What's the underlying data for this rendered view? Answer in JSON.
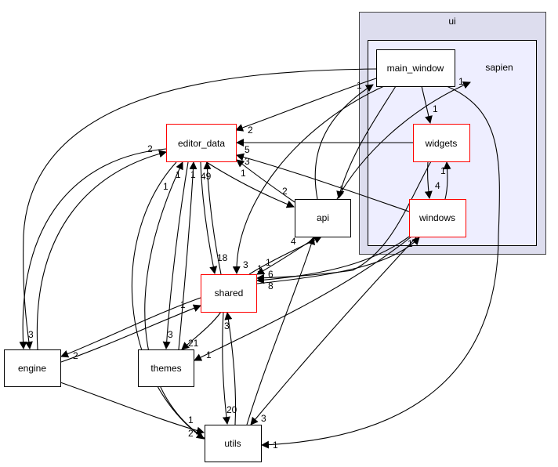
{
  "clusters": {
    "ui": {
      "label": "ui",
      "fill": "#ddddee",
      "stroke": "#444444"
    },
    "sapien": {
      "label": "sapien",
      "fill": "#eeeeff",
      "stroke": "#000000"
    }
  },
  "nodes": {
    "main_window": {
      "label": "main_window",
      "border": "#000000"
    },
    "widgets": {
      "label": "widgets",
      "border": "#ff0000"
    },
    "windows": {
      "label": "windows",
      "border": "#ff0000"
    },
    "editor_data": {
      "label": "editor_data",
      "border": "#ff0000"
    },
    "api": {
      "label": "api",
      "border": "#000000"
    },
    "shared": {
      "label": "shared",
      "border": "#ff0000"
    },
    "engine": {
      "label": "engine",
      "border": "#000000"
    },
    "themes": {
      "label": "themes",
      "border": "#000000"
    },
    "utils": {
      "label": "utils",
      "border": "#000000"
    }
  },
  "edges": [
    {
      "from": "main_window",
      "to": "editor_data",
      "label": "2"
    },
    {
      "from": "widgets",
      "to": "editor_data",
      "label": "5"
    },
    {
      "from": "windows",
      "to": "editor_data",
      "label": "3"
    },
    {
      "from": "editor_data",
      "to": "api",
      "label": "2"
    },
    {
      "from": "api",
      "to": "editor_data",
      "label": "1"
    },
    {
      "from": "api",
      "to": "main_window",
      "label": "1"
    },
    {
      "from": "api",
      "to": "sapien",
      "label": "1"
    },
    {
      "from": "main_window",
      "to": "widgets",
      "label": "1"
    },
    {
      "from": "widgets",
      "to": "windows",
      "label": "4"
    },
    {
      "from": "windows",
      "to": "widgets",
      "label": "1"
    },
    {
      "from": "main_window",
      "to": "utils",
      "label": "1"
    },
    {
      "from": "main_window",
      "to": "api",
      "label": "1"
    },
    {
      "from": "main_window",
      "to": "shared",
      "label": "3"
    },
    {
      "from": "shared",
      "to": "api",
      "label": "4"
    },
    {
      "from": "api",
      "to": "shared",
      "label": "1"
    },
    {
      "from": "widgets",
      "to": "shared",
      "label": "6"
    },
    {
      "from": "windows",
      "to": "shared",
      "label": "8"
    },
    {
      "from": "shared",
      "to": "windows",
      "label": "1"
    },
    {
      "from": "windows",
      "to": "themes",
      "label": "1"
    },
    {
      "from": "windows",
      "to": "utils",
      "label": "3"
    },
    {
      "from": "shared",
      "to": "editor_data",
      "label": "49"
    },
    {
      "from": "editor_data",
      "to": "shared",
      "label": "18"
    },
    {
      "from": "shared",
      "to": "engine",
      "label": "2"
    },
    {
      "from": "engine",
      "to": "shared",
      "label": "1"
    },
    {
      "from": "shared",
      "to": "themes",
      "label": "21"
    },
    {
      "from": "themes",
      "to": "editor_data",
      "label": "1"
    },
    {
      "from": "editor_data",
      "to": "themes",
      "label": "3"
    },
    {
      "from": "engine",
      "to": "editor_data",
      "label": "2"
    },
    {
      "from": "editor_data",
      "to": "engine",
      "label": "1"
    },
    {
      "from": "main_window",
      "to": "engine",
      "label": "3"
    },
    {
      "from": "engine",
      "to": "utils",
      "label": "1"
    },
    {
      "from": "editor_data",
      "to": "utils",
      "label": "2"
    },
    {
      "from": "shared",
      "to": "utils",
      "label": "20"
    },
    {
      "from": "utils",
      "to": "shared",
      "label": "3"
    },
    {
      "from": "utils",
      "to": "api",
      "label": "1"
    },
    {
      "from": "utils",
      "to": "editor_data",
      "label": "1"
    }
  ]
}
